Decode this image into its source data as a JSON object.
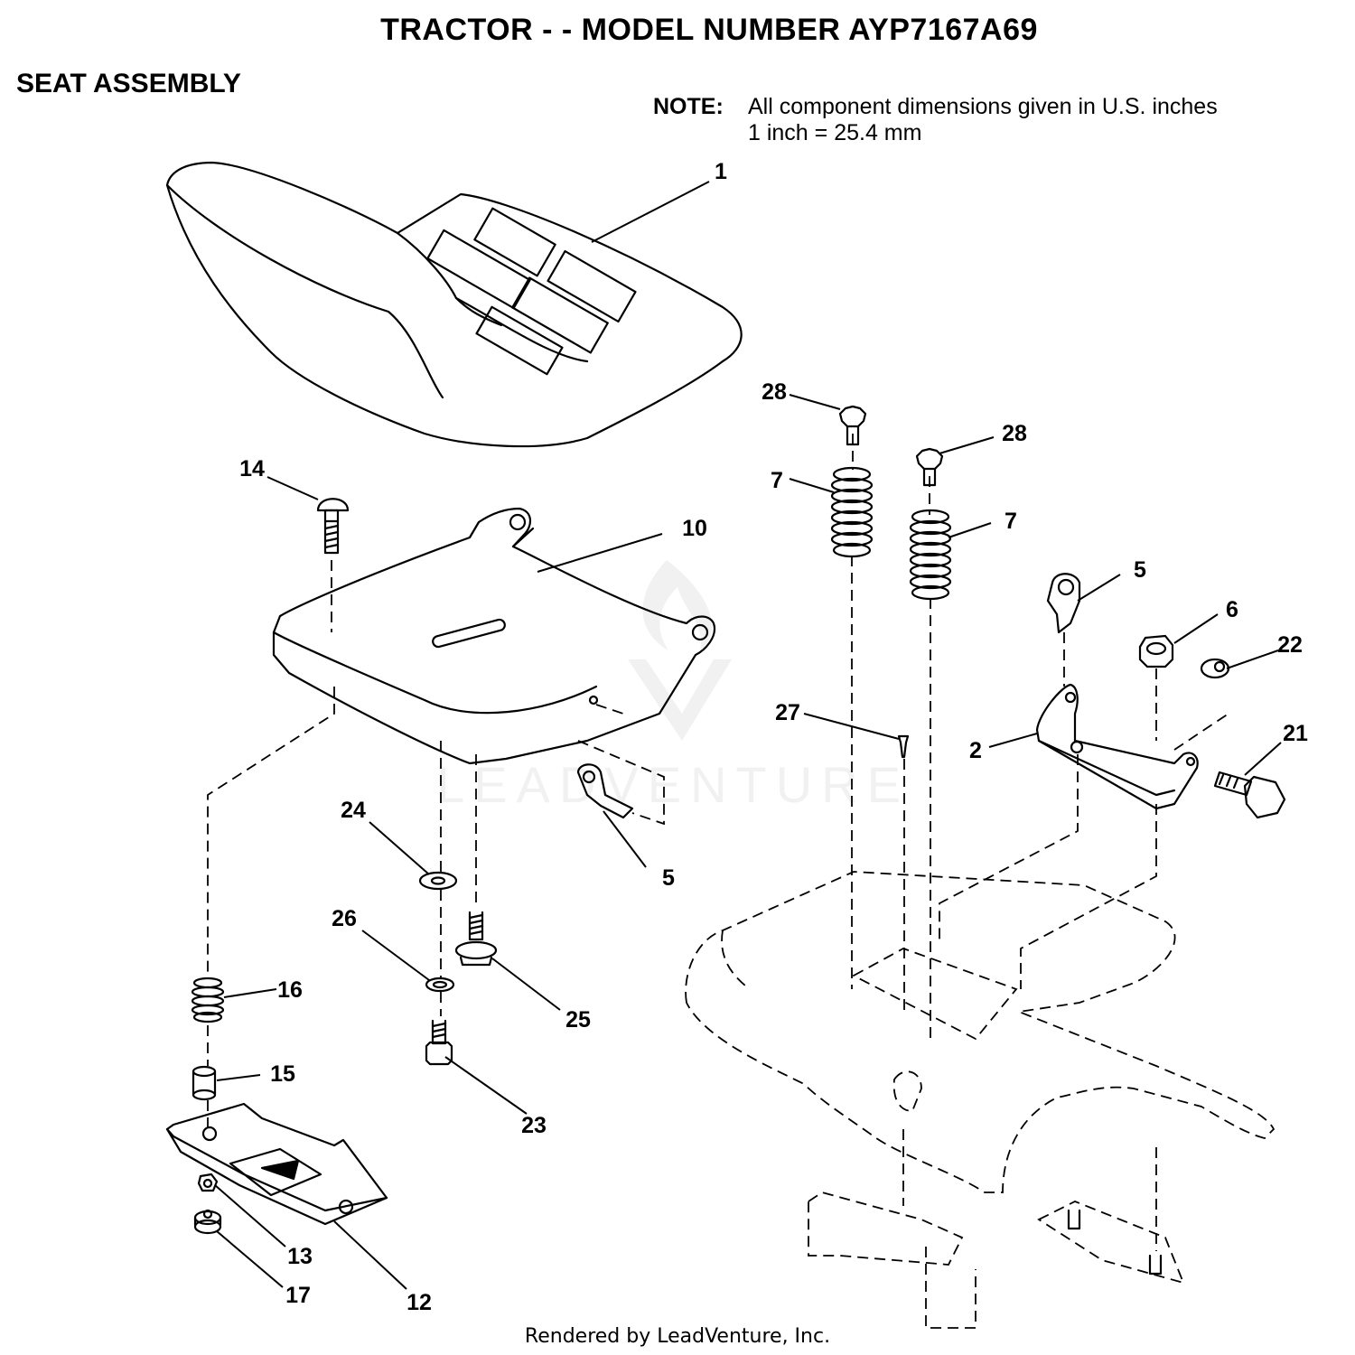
{
  "title": "TRACTOR - - MODEL NUMBER AYP7167A69",
  "subtitle": "SEAT ASSEMBLY",
  "note": {
    "label": "NOTE:",
    "line1": "All component dimensions given in U.S. inches",
    "line2": "1 inch = 25.4 mm"
  },
  "watermark": "LEADVENTURE",
  "footer": "Rendered by LeadVenture, Inc.",
  "callouts": {
    "c1": "1",
    "c2": "2",
    "c5a": "5",
    "c5b": "5",
    "c6": "6",
    "c7a": "7",
    "c7b": "7",
    "c10": "10",
    "c12": "12",
    "c13": "13",
    "c14": "14",
    "c15": "15",
    "c16": "16",
    "c17": "17",
    "c21": "21",
    "c22": "22",
    "c23": "23",
    "c24": "24",
    "c25": "25",
    "c26": "26",
    "c27": "27",
    "c28a": "28",
    "c28b": "28"
  }
}
